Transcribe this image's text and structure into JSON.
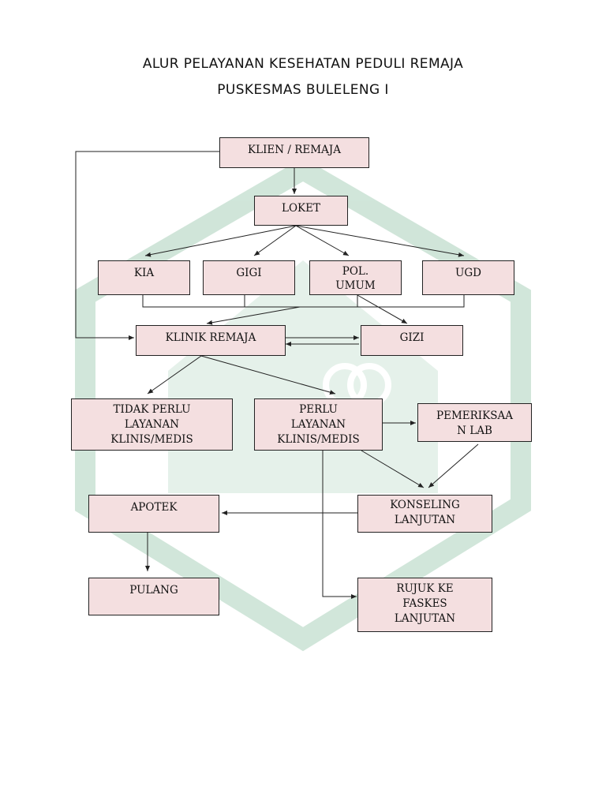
{
  "page": {
    "title_line1": "ALUR PELAYANAN KESEHATAN PEDULI REMAJA",
    "title_line2": "PUSKESMAS BULELENG I"
  },
  "colors": {
    "node_fill": "#f4dfe0",
    "node_border": "#222222",
    "watermark": "#2e8b57"
  },
  "watermark": {
    "name": "green-hexagon-logo-watermark"
  },
  "nodes": {
    "klien": "KLIEN / REMAJA",
    "loket": "LOKET",
    "kia": "KIA",
    "gigi": "GIGI",
    "pol_umum": "POL.\nUMUM",
    "ugd": "UGD",
    "klinik_remaja": "KLINIK REMAJA",
    "gizi": "GIZI",
    "tidak_perlu": "TIDAK PERLU\nLAYANAN\nKLINIS/MEDIS",
    "perlu": "PERLU\nLAYANAN\nKLINIS/MEDIS",
    "lab": "PEMERIKSAA\nN LAB",
    "apotek": "APOTEK",
    "konseling": "KONSELING\nLANJUTAN",
    "pulang": "PULANG",
    "rujuk": "RUJUK KE\nFASKES\nLANJUTAN"
  },
  "edges": [
    [
      "klien",
      "loket"
    ],
    [
      "loket",
      "kia"
    ],
    [
      "loket",
      "gigi"
    ],
    [
      "loket",
      "pol_umum"
    ],
    [
      "loket",
      "ugd"
    ],
    [
      "klien",
      "klinik_remaja"
    ],
    [
      "poli",
      "klinik_remaja"
    ],
    [
      "poli",
      "gizi"
    ],
    [
      "klinik_remaja",
      "gizi"
    ],
    [
      "gizi",
      "klinik_remaja"
    ],
    [
      "klinik_remaja",
      "tidak_perlu"
    ],
    [
      "klinik_remaja",
      "perlu"
    ],
    [
      "perlu",
      "lab"
    ],
    [
      "perlu",
      "konseling"
    ],
    [
      "lab",
      "konseling"
    ],
    [
      "konseling",
      "apotek"
    ],
    [
      "apotek",
      "pulang"
    ],
    [
      "perlu",
      "rujuk"
    ]
  ]
}
